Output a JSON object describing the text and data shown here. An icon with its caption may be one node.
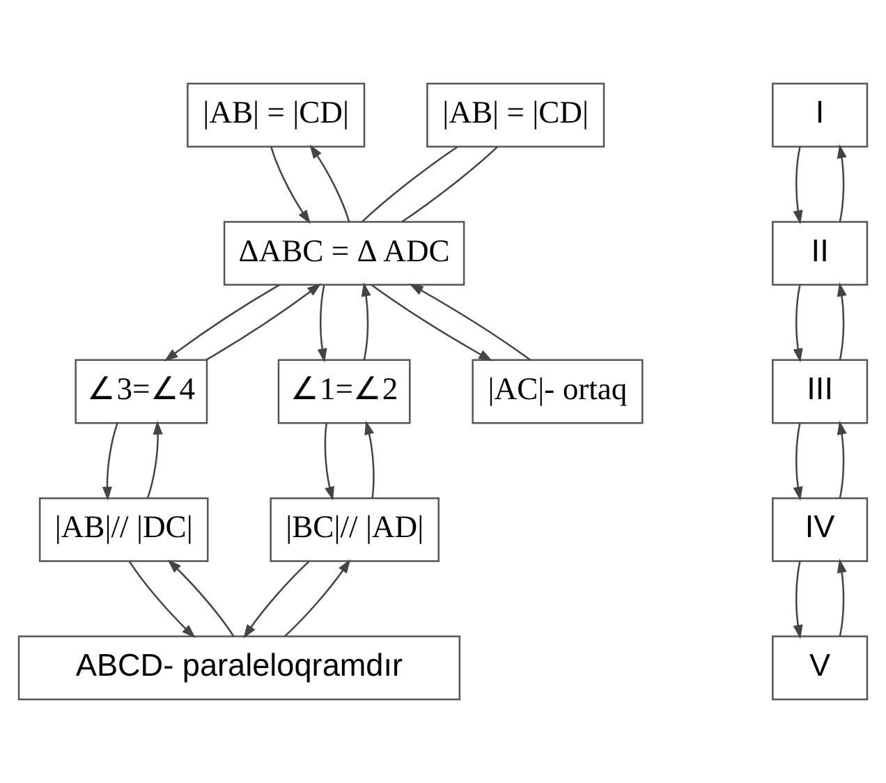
{
  "diagram": {
    "nodes": [
      {
        "text": [
          "|AB| = |CD|"
        ]
      },
      {
        "text": [
          "|AB| = |CD|"
        ]
      },
      {
        "text": [
          "ΔABC = Δ ADC"
        ]
      },
      {
        "text": [
          "∠3=∠4"
        ]
      },
      {
        "text": [
          "∠1=∠2"
        ]
      },
      {
        "text": [
          "|AC|- ortaq"
        ]
      },
      {
        "text": [
          "|AB|// |DC|"
        ]
      },
      {
        "text": [
          "|BC|// |AD|"
        ]
      },
      {
        "text": [
          "ABCD- paraleloqramdır"
        ]
      },
      {
        "text": [
          "I"
        ]
      },
      {
        "text": [
          "II"
        ]
      },
      {
        "text": [
          "III"
        ]
      },
      {
        "text": [
          "IV"
        ]
      },
      {
        "text": [
          "V"
        ]
      }
    ],
    "edges": [
      {
        "from": 0,
        "to": 2,
        "arrow": "to"
      },
      {
        "from": 2,
        "to": 0,
        "arrow": "to"
      },
      {
        "from": 1,
        "to": 2,
        "arrow": "none"
      },
      {
        "from": 1,
        "to": 2,
        "arrow": "none"
      },
      {
        "from": 2,
        "to": 3,
        "arrow": "to"
      },
      {
        "from": 3,
        "to": 2,
        "arrow": "to"
      },
      {
        "from": 2,
        "to": 4,
        "arrow": "to"
      },
      {
        "from": 4,
        "to": 2,
        "arrow": "to"
      },
      {
        "from": 2,
        "to": 5,
        "arrow": "to"
      },
      {
        "from": 5,
        "to": 2,
        "arrow": "to"
      },
      {
        "from": 3,
        "to": 6,
        "arrow": "to"
      },
      {
        "from": 6,
        "to": 3,
        "arrow": "to"
      },
      {
        "from": 4,
        "to": 7,
        "arrow": "to"
      },
      {
        "from": 7,
        "to": 4,
        "arrow": "to"
      },
      {
        "from": 6,
        "to": 8,
        "arrow": "to"
      },
      {
        "from": 8,
        "to": 6,
        "arrow": "to"
      },
      {
        "from": 7,
        "to": 8,
        "arrow": "to"
      },
      {
        "from": 8,
        "to": 7,
        "arrow": "to"
      },
      {
        "from": 9,
        "to": 10,
        "arrow": "to"
      },
      {
        "from": 10,
        "to": 9,
        "arrow": "to"
      },
      {
        "from": 10,
        "to": 11,
        "arrow": "to"
      },
      {
        "from": 11,
        "to": 10,
        "arrow": "to"
      },
      {
        "from": 11,
        "to": 12,
        "arrow": "to"
      },
      {
        "from": 12,
        "to": 11,
        "arrow": "to"
      },
      {
        "from": 12,
        "to": 13,
        "arrow": "to"
      },
      {
        "from": 13,
        "to": 12,
        "arrow": "to"
      }
    ]
  }
}
